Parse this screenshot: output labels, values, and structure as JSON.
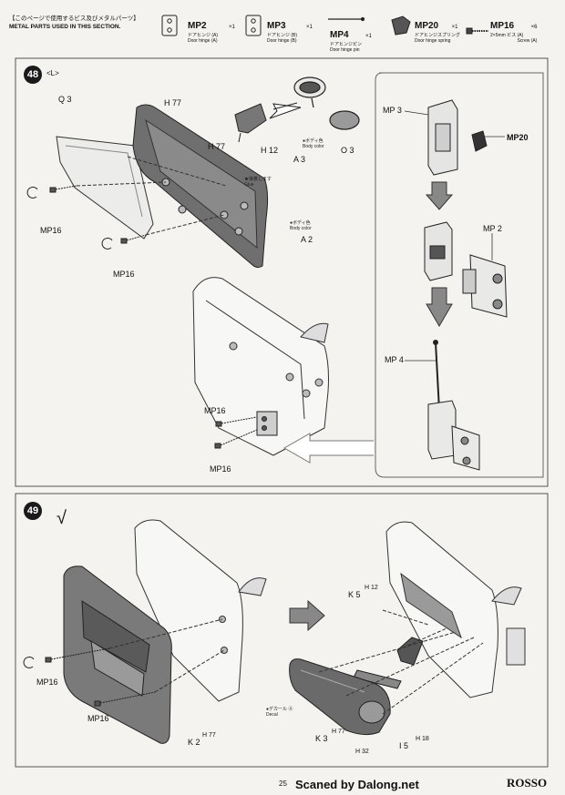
{
  "header": {
    "jp_title": "【このページで使用するビス及びメタルパーツ】",
    "en_title": "METAL PARTS USED IN THIS SECTION.",
    "parts": [
      {
        "code": "MP2",
        "qty": "×1",
        "jp": "ドアヒンジ (A)",
        "en": "Door hinge (A)"
      },
      {
        "code": "MP3",
        "qty": "×1",
        "jp": "ドアヒンジ (B)",
        "en": "Door hinge (B)"
      },
      {
        "code": "MP4",
        "qty": "×1",
        "jp": "ドアヒンジピン",
        "en": "Door hinge pin"
      },
      {
        "code": "MP20",
        "qty": "×1",
        "jp": "ドアヒンジスプリング",
        "en": "Door hinge spring"
      },
      {
        "code": "MP16",
        "qty": "×6",
        "size": "2×5mm",
        "jp": "ビス (A)",
        "en": "Screw (A)"
      }
    ]
  },
  "step48": {
    "number": "48",
    "side": "<L>",
    "labels": {
      "q3": "Q 3",
      "h77a": "H 77",
      "h77b": "H 77",
      "h12": "H 12",
      "a3": "A 3",
      "o3": "O 3",
      "a2": "A 2",
      "mp16a": "MP16",
      "mp16b": "MP16",
      "mp16c": "MP16",
      "mp16d": "MP16",
      "mp3": "MP 3",
      "mp20": "MP20",
      "mp2": "MP 2",
      "mp4": "MP 4"
    },
    "notes": {
      "body_color_jp": "●ボディ色",
      "body_color_en": "Body color",
      "glue_jp": "★接着します",
      "glue_en": "Glue",
      "body_color2_jp": "●ボディ色",
      "body_color2_en": "Body color"
    }
  },
  "step49": {
    "number": "49",
    "check": "√",
    "labels": {
      "mp16a": "MP16",
      "mp16b": "MP16",
      "k2": "K 2",
      "h77": "H 77",
      "k5": "K 5",
      "h12": "H 12",
      "k3": "K 3",
      "h77b": "H 77",
      "h32": "H 32",
      "i5": "I 5",
      "h18": "H 18"
    },
    "notes": {
      "decal_jp": "●デカール Ⓐ",
      "decal_en": "Decal"
    }
  },
  "footer": {
    "page": "25",
    "credit": "Scaned by Dalong.net",
    "brand": "ROSSO"
  }
}
